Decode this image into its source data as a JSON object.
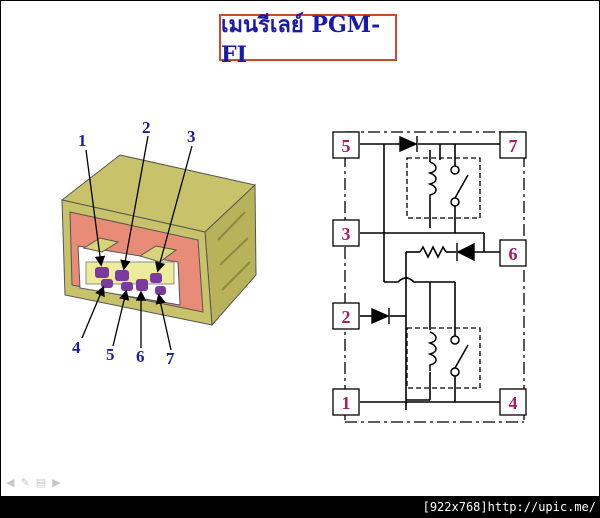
{
  "title": "เมนรีเลย์ PGM-FI",
  "connector_callouts": {
    "top": [
      "1",
      "2",
      "3"
    ],
    "bottom": [
      "4",
      "5",
      "6",
      "7"
    ]
  },
  "schematic_pins": {
    "p5": "5",
    "p7": "7",
    "p3": "3",
    "p6": "6",
    "p2": "2",
    "p1": "1",
    "p4": "4"
  },
  "footer_text": "[922x768]http://upic.me/",
  "nav_icons": [
    "arrow-left-icon",
    "pen-icon",
    "slide-icon",
    "arrow-right-icon"
  ],
  "colors": {
    "title_text": "#1a1aa8",
    "title_border": "#d0482a",
    "relay_body": "#c8c36a",
    "relay_face": "#e88c78",
    "terminal": "#7a3aa0",
    "pin_label": "#b0186a"
  }
}
